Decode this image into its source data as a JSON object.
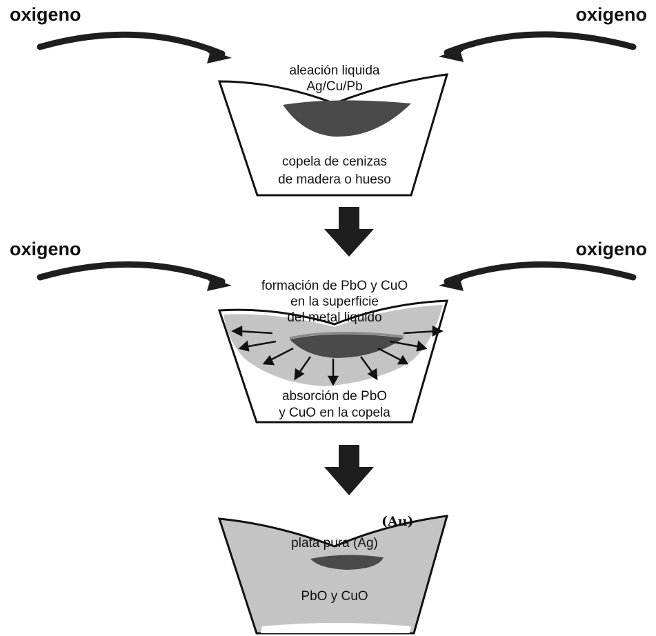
{
  "labels": {
    "oxygen": "oxigeno",
    "stage1_alloy_line1": "aleación liquida",
    "stage1_alloy_line2": "Ag/Cu/Pb",
    "stage1_cupel_line1": "copela de cenizas",
    "stage1_cupel_line2": "de madera o hueso",
    "stage2_top_line1": "formación de PbO y CuO",
    "stage2_top_line2": "en la superficie",
    "stage2_top_line3": "del metal liquido",
    "stage2_bottom_line1": "absorción de PbO",
    "stage2_bottom_line2": "y CuO en la copela",
    "stage3_au": "(Au)",
    "stage3_silver": "plata pura (Ag)",
    "stage3_oxides": "PbO y CuO"
  },
  "colors": {
    "background": "#ffffff",
    "outline": "#111111",
    "metal": "#4a4a4a",
    "absorbed_oxide": "#c4c4c4",
    "arrow": "#1e1e1e"
  }
}
